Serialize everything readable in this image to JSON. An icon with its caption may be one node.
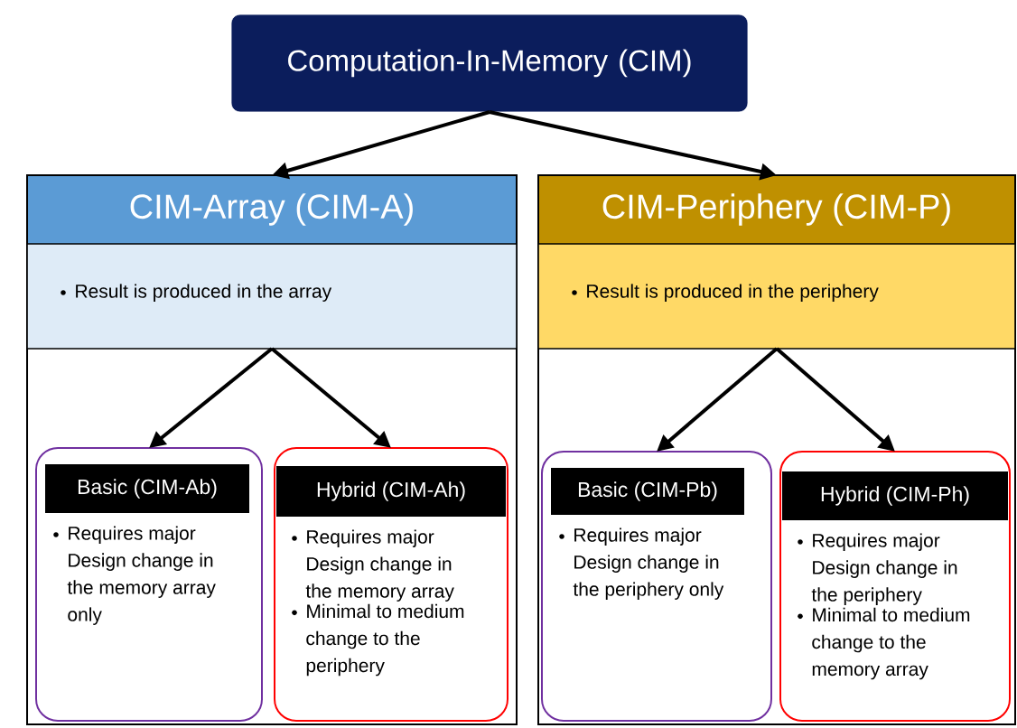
{
  "diagram": {
    "nodes": [
      {
        "text": [
          "Computation-In-Memory (CIM)"
        ]
      },
      {
        "text": [
          "CIM-Array (CIM-A)"
        ]
      },
      {
        "text": [
          "Result is produced in the array"
        ],
        "in": 1
      },
      {
        "text": [
          "Basic (CIM-Ab)",
          "Requires major Design change in the memory array only"
        ],
        "in": 1
      },
      {
        "text": [
          "Hybrid (CIM-Ah)",
          "Requires major Design change in the memory array",
          "Minimal to medium change to the periphery"
        ],
        "in": 1
      },
      {
        "text": [
          "CIM-Periphery (CIM-P)"
        ]
      },
      {
        "text": [
          "Result is produced in the periphery"
        ],
        "in": 5
      },
      {
        "text": [
          "Basic (CIM-Pb)",
          "Requires major Design change in the periphery only"
        ],
        "in": 5
      },
      {
        "text": [
          "Hybrid (CIM-Ph)",
          "Requires major Design change in the periphery",
          "Minimal to medium change to the memory array"
        ],
        "in": 5
      }
    ],
    "edges": [
      {
        "from": 0,
        "to": 1,
        "arrow": "to"
      },
      {
        "from": 0,
        "to": 5,
        "arrow": "to"
      },
      {
        "from": 2,
        "to": 3,
        "arrow": "to"
      },
      {
        "from": 2,
        "to": 4,
        "arrow": "to"
      },
      {
        "from": 6,
        "to": 7,
        "arrow": "to"
      },
      {
        "from": 6,
        "to": 8,
        "arrow": "to"
      }
    ]
  }
}
